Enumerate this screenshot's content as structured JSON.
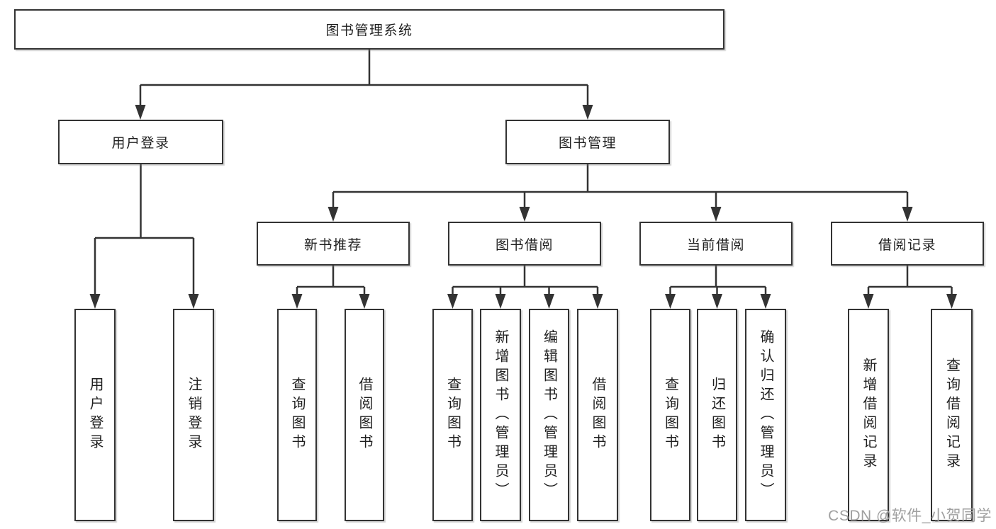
{
  "tree": {
    "label": "图书管理系统",
    "children": [
      {
        "label": "用户登录",
        "children": [
          {
            "label": "用户登录"
          },
          {
            "label": "注销登录"
          }
        ]
      },
      {
        "label": "图书管理",
        "children": [
          {
            "label": "新书推荐",
            "children": [
              {
                "label": "查询图书"
              },
              {
                "label": "借阅图书"
              }
            ]
          },
          {
            "label": "图书借阅",
            "children": [
              {
                "label": "查询图书"
              },
              {
                "label": "新增图书（管理员）"
              },
              {
                "label": "编辑图书（管理员）"
              },
              {
                "label": "借阅图书"
              }
            ]
          },
          {
            "label": "当前借阅",
            "children": [
              {
                "label": "查询图书"
              },
              {
                "label": "归还图书"
              },
              {
                "label": "确认归还（管理员）"
              }
            ]
          },
          {
            "label": "借阅记录",
            "children": [
              {
                "label": "新增借阅记录"
              },
              {
                "label": "查询借阅记录"
              }
            ]
          }
        ]
      }
    ]
  },
  "watermark": "CSDN @软件_小贺同学",
  "colors": {
    "line": "#333333",
    "box_border": "#333333",
    "text": "#1f1f1f",
    "watermark": "#a0a0a0",
    "background": "#ffffff"
  }
}
